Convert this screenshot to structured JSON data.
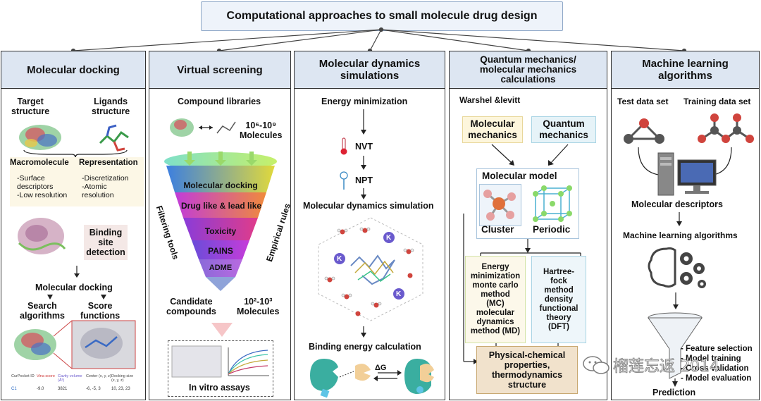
{
  "title": "Computational approaches to small molecule drug design",
  "panels": {
    "docking": {
      "heading": "Molecular docking",
      "target": "Target\nstructure",
      "ligands": "Ligands\nstructure",
      "macro": "Macromolecule",
      "representation": "Representation",
      "macro_items": "-Surface\ndescriptors\n-Low resolution",
      "rep_items": "-Discretization\n-Atomic\nresolution",
      "binding": "Binding\nsite\ndetection",
      "docking_step": "Molecular docking",
      "search": "Search\nalgorithms",
      "score": "Score\nfunctions",
      "table": {
        "headers": [
          "CurPocket ID",
          "Vina score",
          "Cavity volume (Å³)",
          "Center (x, y, z)",
          "Docking size (x, y, z)"
        ],
        "row": [
          "C1",
          "-9.0",
          "3821",
          "-6, -5, 3",
          "10, 23, 23"
        ]
      }
    },
    "screening": {
      "heading": "Virtual screening",
      "libraries": "Compound libraries",
      "molecules_top": "10⁶-10⁹\nMolecules",
      "funnel": [
        "Molecular docking",
        "Drug like &  lead like",
        "Toxicity",
        "PAINS",
        "ADME"
      ],
      "filtering": "Filtering tools",
      "empirical": "Empirical rules",
      "candidates": "Candidate\ncompounds",
      "molecules_bottom": "10²-10³\nMolecules",
      "assays": "In vitro assays"
    },
    "md": {
      "heading": "Molecular dynamics\nsimulations",
      "steps": [
        "Energy minimization",
        "NVT",
        "NPT",
        "Molecular dynamics simulation",
        "Binding energy calculation"
      ],
      "ion_label": "K",
      "delta_g": "ΔG"
    },
    "qm": {
      "heading": "Quantum mechanics/\nmolecular mechanics\ncalculations",
      "author": "Warshel &levitt",
      "mm": "Molecular\nmechanics",
      "qm": "Quantum\nmechanics",
      "model": "Molecular model",
      "cluster": "Cluster",
      "periodic": "Periodic",
      "left_methods": "Energy\nminimization\nmonte carlo\nmethod\n(MC)\nmolecular\ndynamics\nmethod (MD)",
      "right_methods": "Hartree-\nfock\nmethod\ndensity\nfunctional\ntheory\n(DFT)",
      "result": "Physical-chemical\nproperties,\nthermodynamics\nstructure"
    },
    "ml": {
      "heading": "Machine learning\nalgorithms",
      "test": "Test data set",
      "training": "Training data set",
      "descriptors": "Molecular descriptors",
      "algorithms": "Machine learning algorithms",
      "steps": [
        "- Feature selection",
        "- Model training",
        "- Cross validation",
        "- Model evaluation"
      ],
      "prediction": "Prediction",
      "watermark": "榴莲忘返 2014"
    }
  },
  "colors": {
    "header_fill": "#dde6f2",
    "mm_fill": "#fdf6dc",
    "qm_fill": "#e6f3f8",
    "result_fill": "#f1e2cc",
    "binding_fill": "#f4e8e6"
  }
}
